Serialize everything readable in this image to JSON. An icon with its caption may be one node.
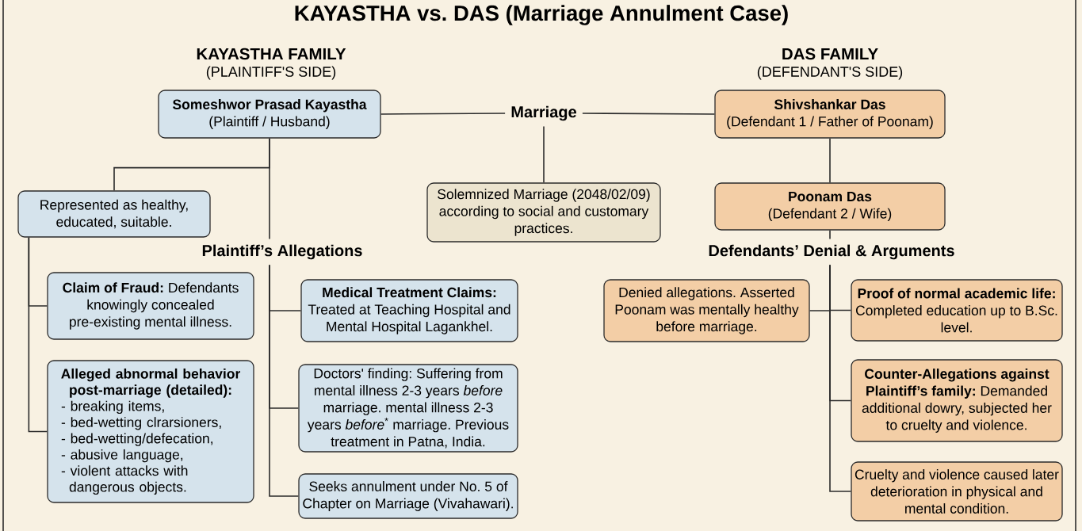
{
  "diagram": {
    "title": "KAYASTHA vs. DAS (Marriage Annulment Case)",
    "nodes": [
      {
        "text": [
          "Someshwor Prasad Kayastha",
          "(Plaintiff / Husband)"
        ]
      },
      {
        "text": [
          "Marriage"
        ]
      },
      {
        "text": [
          "Shivshankar Das",
          "(Defendant 1 / Father of Poonam)"
        ]
      },
      {
        "text": [
          "Represented as healthy, educated, suitable."
        ]
      },
      {
        "text": [
          "Solemnized Marriage (2048/02/09) according to social and customary practices."
        ]
      },
      {
        "text": [
          "Poonam Das",
          "(Defendant 2 / Wife)"
        ]
      },
      {
        "text": [
          "Plaintiff’s Allegations"
        ]
      },
      {
        "text": [
          "Defendants’ Denial & Arguments"
        ]
      },
      {
        "text": [
          "**Claim of Fraud:** Defendants knowingly concealed pre-existing mental illness."
        ]
      },
      {
        "text": [
          "Medical Treatment Claims:",
          "Treated at Teaching Hospital and Mental Hospital Lagankhel."
        ]
      },
      {
        "text": [
          "Denied allegations. Asserted Poonam was mentally healthy before marriage."
        ]
      },
      {
        "text": [
          "Proof of normal academic life:",
          "Completed education up to B.Sc. level."
        ]
      },
      {
        "text": [
          "Alleged abnormal behavior post-marriage (detailed):",
          "- breaking items,",
          "- bed-wetting clrarsioners,",
          "- bed-wetting/defecation,",
          "- abusive language,",
          "- violent attacks with dangerous objects."
        ]
      },
      {
        "text": [
          "Doctors' finding: Suffering from mental illness 2-3 years *before* marriage. mental illness 2-3 years *before*$^{*}$ marriage. Previous treatment in Patna, India."
        ]
      },
      {
        "text": [
          "**Counter-Allegations against Plaintiff’s family:** Demanded additional dowry, subjected her to cruelty and violence."
        ]
      },
      {
        "text": [
          "Seeks annulment under No. 5 of Chapter on Marriage (Vivahawari)."
        ]
      },
      {
        "text": [
          "Cruelty and violence caused later deterioration in physical and mental condition."
        ]
      }
    ],
    "edges": [
      {
        "from": 0,
        "to": 1,
        "arrow": "none"
      },
      {
        "from": 1,
        "to": 2,
        "arrow": "none"
      },
      {
        "from": 1,
        "to": 4,
        "arrow": "none"
      },
      {
        "from": 0,
        "to": 3,
        "arrow": "none"
      },
      {
        "from": 0,
        "to": 6,
        "arrow": "none"
      },
      {
        "from": 2,
        "to": 5,
        "arrow": "none"
      },
      {
        "from": 5,
        "to": 7,
        "arrow": "none"
      },
      {
        "from": 3,
        "to": 8,
        "arrow": "none"
      },
      {
        "from": 3,
        "to": 12,
        "arrow": "none"
      },
      {
        "from": 6,
        "to": 9,
        "arrow": "none"
      },
      {
        "from": 6,
        "to": 13,
        "arrow": "none"
      },
      {
        "from": 6,
        "to": 15,
        "arrow": "none"
      },
      {
        "from": 7,
        "to": 10,
        "arrow": "none"
      },
      {
        "from": 7,
        "to": 11,
        "arrow": "none"
      },
      {
        "from": 7,
        "to": 14,
        "arrow": "none"
      },
      {
        "from": 7,
        "to": 16,
        "arrow": "none"
      }
    ],
    "labels": [
      "KAYASTHA FAMILY",
      "(PLAINTIFF'S SIDE)",
      "DAS FAMILY",
      "(DEFENDANT'S SIDE)"
    ]
  }
}
